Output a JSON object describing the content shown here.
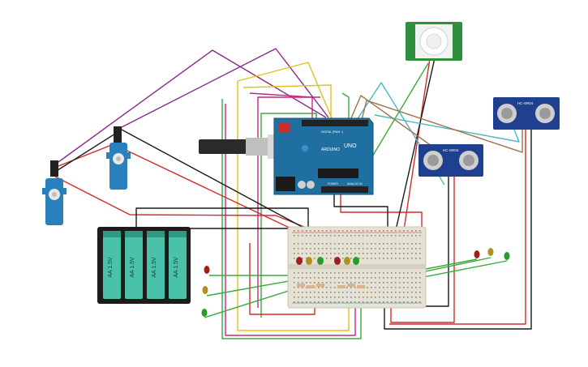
{
  "arduino": {
    "brand": "ARDUINO",
    "model": "UNO",
    "digital_label": "DIGITAL (PWM ~)",
    "power_label": "POWER",
    "analog_label": "ANALOG IN"
  },
  "ultrasonic_sensors": [
    {
      "model": "HC-SR04"
    },
    {
      "model": "HC-SR04"
    }
  ],
  "battery_pack": {
    "cells": [
      "AA 1.5V",
      "AA 1.5V",
      "AA 1.5V",
      "AA 1.5V"
    ]
  },
  "wire_colors": {
    "red": "#d42b2b",
    "black": "#1a1a1a",
    "purple": "#8a2a8a",
    "magenta": "#c0287f",
    "yellow": "#e0c21a",
    "green": "#3aaa3a",
    "cyan": "#4ab6c9",
    "brown": "#a0724a"
  },
  "board_colors": {
    "arduino": "#1f6fa0",
    "breadboard": "#e6e2d3",
    "battery": "#4ac2a9",
    "pir": "#2f8f3c",
    "servo": "#2a7fbd",
    "sensor": "#1f3f8f"
  }
}
